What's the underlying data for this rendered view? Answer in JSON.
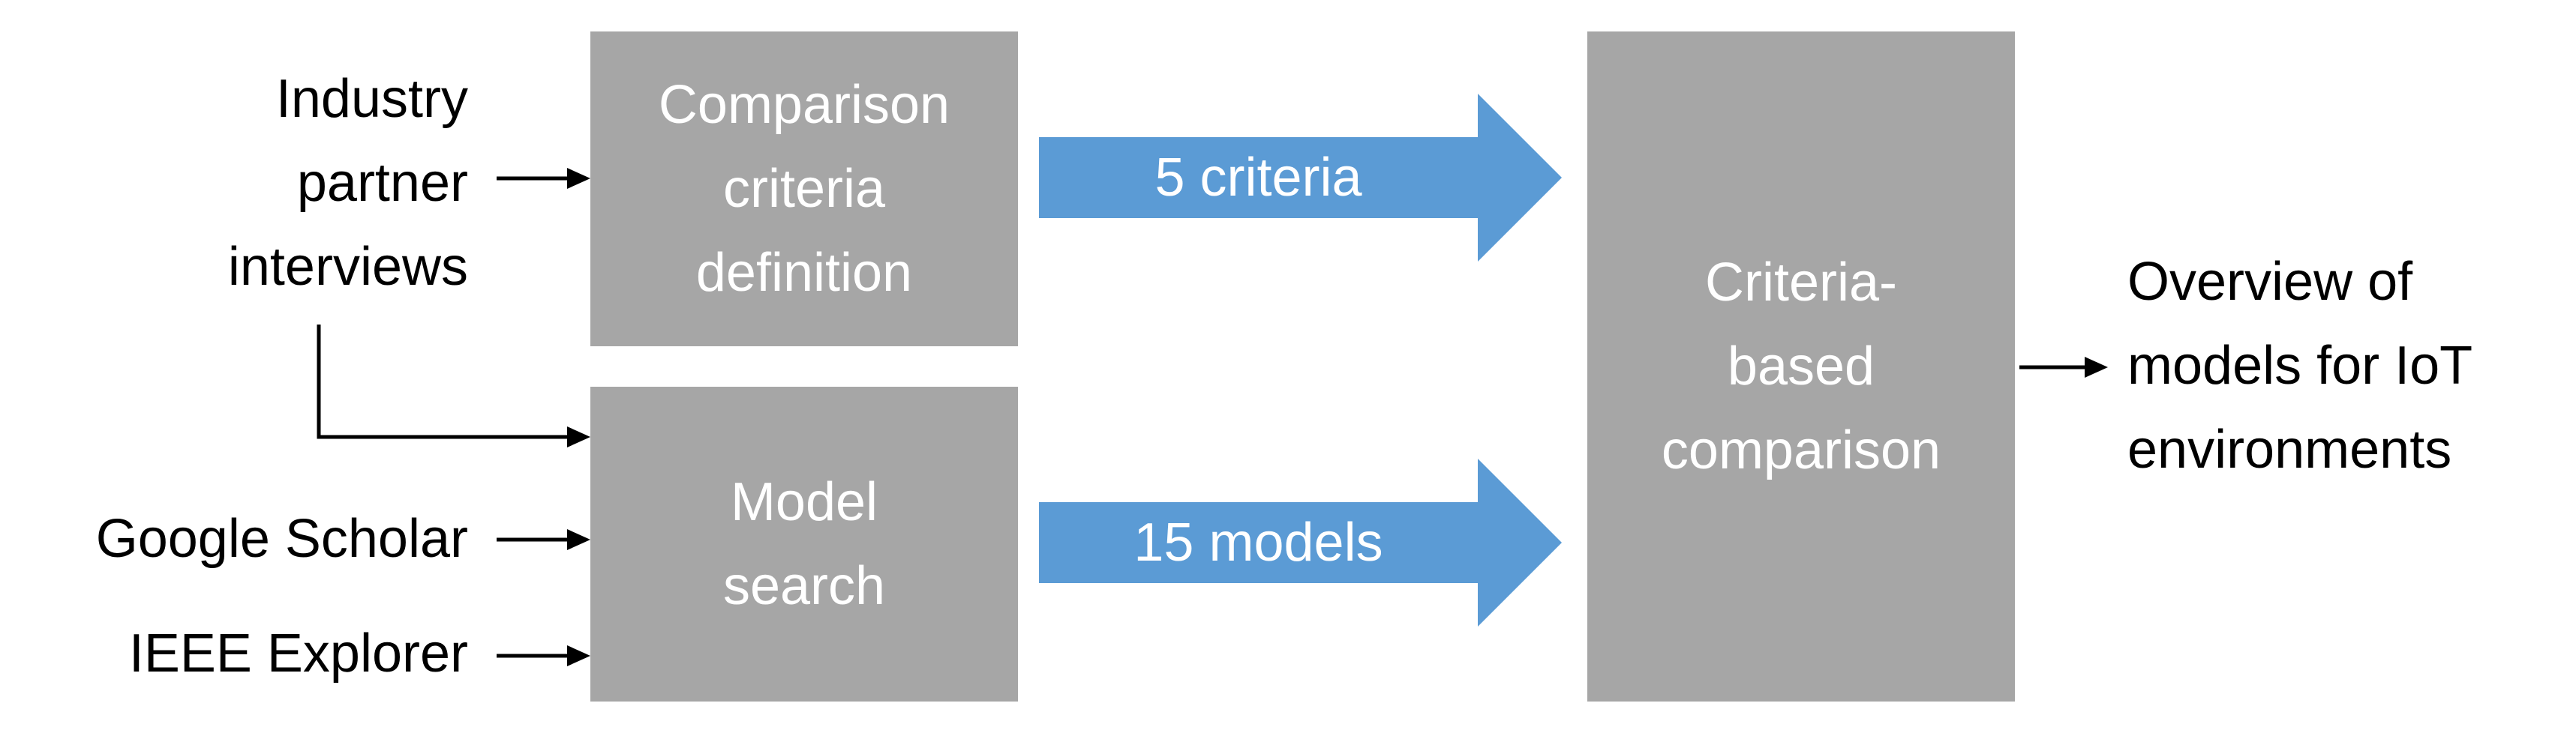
{
  "inputs": {
    "interviews": [
      "Industry",
      "partner",
      "interviews"
    ],
    "scholar": "Google Scholar",
    "explorer": "IEEE Explorer"
  },
  "boxes": {
    "criteria_definition": [
      "Comparison",
      "criteria",
      "definition"
    ],
    "model_search": [
      "Model",
      "search"
    ],
    "comparison": [
      "Criteria-",
      "based",
      "comparison"
    ]
  },
  "flows": {
    "criteria_count": "5 criteria",
    "model_count": "15 models"
  },
  "output": [
    "Overview of",
    "models for IoT",
    "environments"
  ],
  "colors": {
    "box_fill": "#a6a6a6",
    "flow_arrow": "#5b9bd5",
    "text": "#000000",
    "box_text": "#ffffff"
  }
}
